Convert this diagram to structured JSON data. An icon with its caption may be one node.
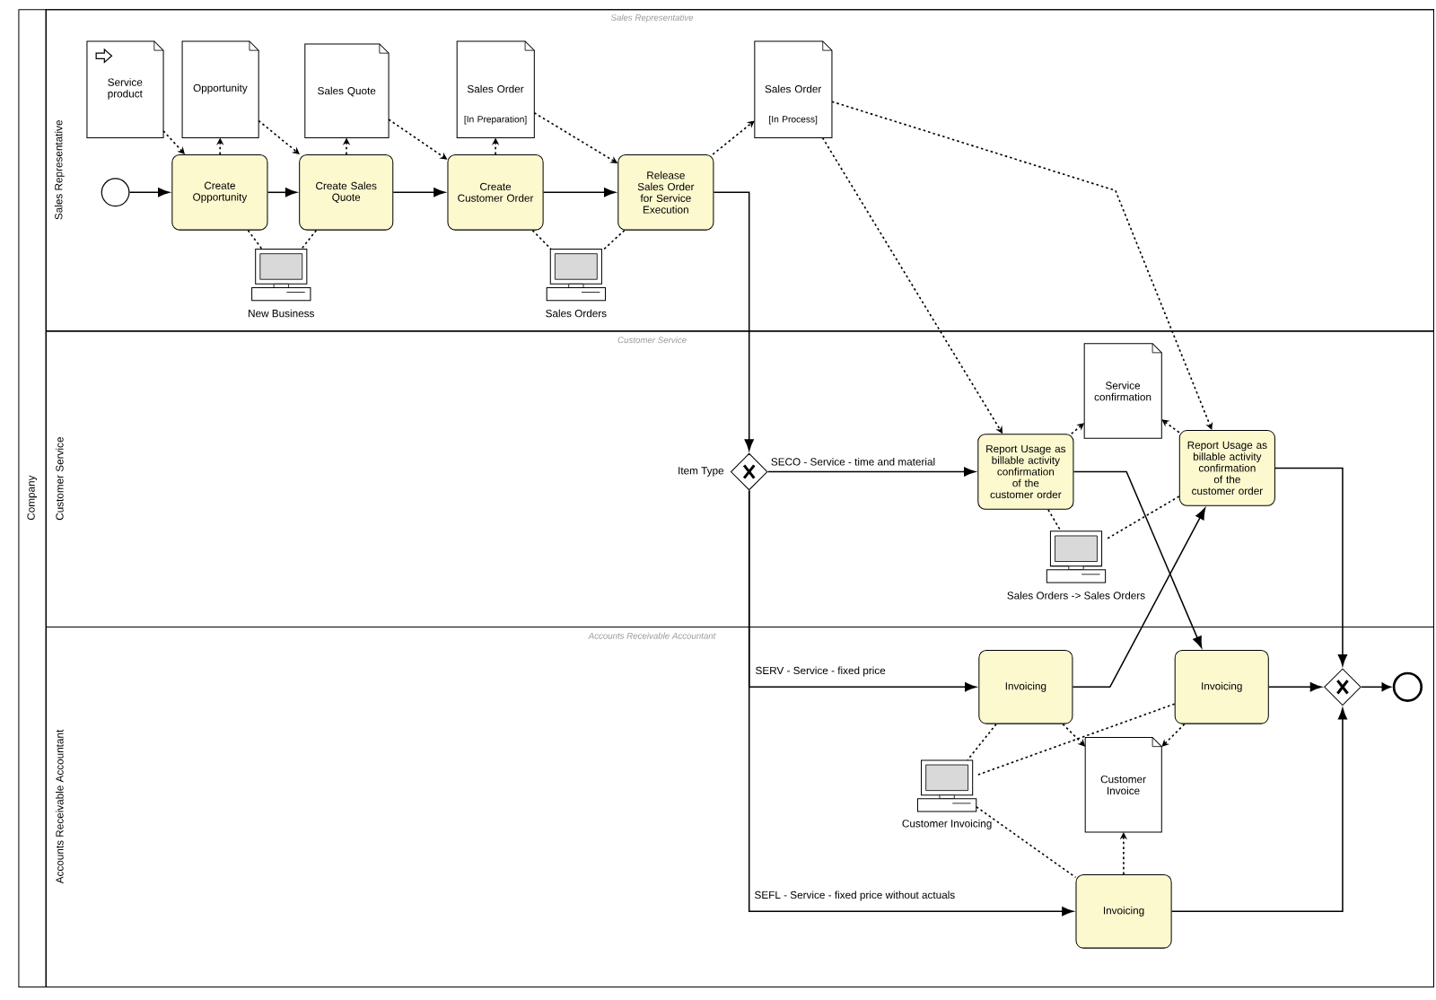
{
  "diagram": {
    "nodes": [
      {
        "text": [
          "Company"
        ]
      },
      {
        "text": [
          "Sales Representative",
          "Sales Representative"
        ],
        "in": 0
      },
      {
        "text": [
          "Customer Service",
          "Customer Service"
        ],
        "in": 0
      },
      {
        "text": [
          "Accounts Receivable Accountant",
          "Accounts Receivable Accountant"
        ],
        "in": 0
      },
      {
        "text": [],
        "shape": "circle",
        "in": 1
      },
      {
        "text": [
          "Service product"
        ],
        "in": 1
      },
      {
        "text": [
          "Opportunity"
        ],
        "in": 1
      },
      {
        "text": [
          "Sales Quote"
        ],
        "in": 1
      },
      {
        "text": [
          "Sales Order",
          "[In Preparation]"
        ],
        "in": 1
      },
      {
        "text": [
          "Create Opportunity"
        ],
        "in": 1
      },
      {
        "text": [
          "Create Sales Quote"
        ],
        "in": 1
      },
      {
        "text": [
          "Create Customer Order"
        ],
        "in": 1
      },
      {
        "text": [
          "Release Sales Order for Service Execution"
        ],
        "in": 1
      },
      {
        "text": [
          "New Business"
        ],
        "in": 1
      },
      {
        "text": [
          "Sales Orders"
        ],
        "in": 1
      },
      {
        "text": [
          "Sales Order",
          "[In Process]"
        ],
        "in": 1
      },
      {
        "text": [],
        "shape": "diamond",
        "beside": [
          "Item Type"
        ],
        "in": 2
      },
      {
        "text": [
          "Report Usage as billable activity confirmation of the customer order"
        ],
        "in": 2
      },
      {
        "text": [
          "Service confirmation"
        ],
        "in": 2
      },
      {
        "text": [
          "Report Usage as billable activity confirmation of the customer order"
        ],
        "in": 2
      },
      {
        "text": [
          "Sales Orders -> Sales Orders"
        ],
        "in": 2
      },
      {
        "text": [
          "Invoicing"
        ],
        "in": 3
      },
      {
        "text": [
          "Invoicing"
        ],
        "in": 3
      },
      {
        "text": [],
        "shape": "diamond",
        "in": 3
      },
      {
        "text": [],
        "shape": "circle",
        "in": 3
      },
      {
        "text": [
          "Customer Invoice"
        ],
        "in": 3
      },
      {
        "text": [
          "Customer Invoicing"
        ],
        "in": 3
      },
      {
        "text": [
          "Invoicing"
        ],
        "in": 3
      }
    ],
    "edges": [
      {
        "from": 4,
        "to": 9,
        "arrow": "to"
      },
      {
        "from": 9,
        "to": 10,
        "arrow": "to"
      },
      {
        "from": 10,
        "to": 11,
        "arrow": "to"
      },
      {
        "from": 11,
        "to": 12,
        "arrow": "to"
      },
      {
        "from": 12,
        "to": 16,
        "arrow": "to"
      },
      {
        "from": 16,
        "to": 17,
        "arrow": "to",
        "label": "SECO - Service - time and material"
      },
      {
        "from": 16,
        "to": 21,
        "arrow": "to",
        "label": "SERV - Service - fixed price"
      },
      {
        "from": 16,
        "to": 27,
        "arrow": "to",
        "label": "SEFL - Service - fixed price without actuals"
      },
      {
        "from": 17,
        "to": 22,
        "arrow": "to"
      },
      {
        "from": 21,
        "to": 19,
        "arrow": "to"
      },
      {
        "from": 19,
        "to": 23,
        "arrow": "to"
      },
      {
        "from": 22,
        "to": 23,
        "arrow": "to"
      },
      {
        "from": 27,
        "to": 23,
        "arrow": "to"
      },
      {
        "from": 23,
        "to": 24,
        "arrow": "to"
      },
      {
        "from": 5,
        "to": 9,
        "arrow": "to",
        "style": "dashed"
      },
      {
        "from": 9,
        "to": 6,
        "arrow": "to",
        "style": "dashed"
      },
      {
        "from": 6,
        "to": 10,
        "arrow": "to",
        "style": "dashed"
      },
      {
        "from": 10,
        "to": 7,
        "arrow": "to",
        "style": "dashed"
      },
      {
        "from": 7,
        "to": 11,
        "arrow": "to",
        "style": "dashed"
      },
      {
        "from": 11,
        "to": 8,
        "arrow": "to",
        "style": "dashed"
      },
      {
        "from": 8,
        "to": 12,
        "arrow": "to",
        "style": "dashed"
      },
      {
        "from": 12,
        "to": 15,
        "arrow": "to",
        "style": "dashed"
      },
      {
        "from": 15,
        "to": 17,
        "arrow": "to",
        "style": "dashed"
      },
      {
        "from": 15,
        "to": 19,
        "arrow": "to",
        "style": "dashed"
      },
      {
        "from": 9,
        "to": 13,
        "arrow": "none",
        "style": "dashed"
      },
      {
        "from": 10,
        "to": 13,
        "arrow": "none",
        "style": "dashed"
      },
      {
        "from": 11,
        "to": 14,
        "arrow": "none",
        "style": "dashed"
      },
      {
        "from": 12,
        "to": 14,
        "arrow": "none",
        "style": "dashed"
      },
      {
        "from": 17,
        "to": 18,
        "arrow": "to",
        "style": "dashed"
      },
      {
        "from": 19,
        "to": 18,
        "arrow": "to",
        "style": "dashed"
      },
      {
        "from": 17,
        "to": 20,
        "arrow": "none",
        "style": "dashed"
      },
      {
        "from": 19,
        "to": 20,
        "arrow": "none",
        "style": "dashed"
      },
      {
        "from": 21,
        "to": 26,
        "arrow": "none",
        "style": "dashed"
      },
      {
        "from": 22,
        "to": 26,
        "arrow": "none",
        "style": "dashed"
      },
      {
        "from": 21,
        "to": 25,
        "arrow": "to",
        "style": "dashed"
      },
      {
        "from": 22,
        "to": 25,
        "arrow": "to",
        "style": "dashed"
      },
      {
        "from": 27,
        "to": 25,
        "arrow": "to",
        "style": "dashed"
      },
      {
        "from": 26,
        "to": 27,
        "arrow": "none",
        "style": "dashed"
      }
    ]
  }
}
